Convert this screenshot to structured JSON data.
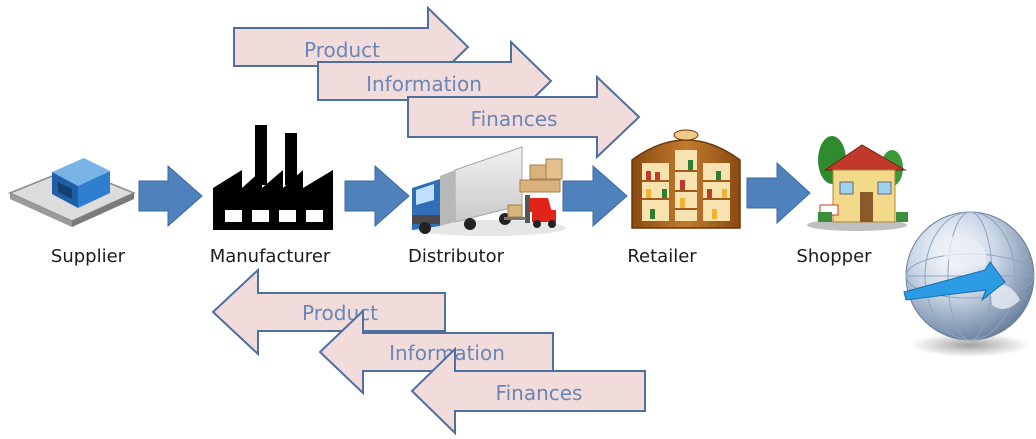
{
  "colors": {
    "flow_arrow_fill": "#f2dcdb",
    "flow_arrow_stroke": "#4f6f9f",
    "flow_text": "#6a86b6",
    "chain_arrow": "#4f81bd",
    "node_text": "#1b1b1b"
  },
  "forward_flows": [
    {
      "label": "Product",
      "direction": "right"
    },
    {
      "label": "Information",
      "direction": "right"
    },
    {
      "label": "Finances",
      "direction": "right"
    }
  ],
  "nodes": [
    {
      "label": "Supplier",
      "icon": "warehouse-icon"
    },
    {
      "label": "Manufacturer",
      "icon": "factory-icon"
    },
    {
      "label": "Distributor",
      "icon": "truck-forklift-icon"
    },
    {
      "label": "Retailer",
      "icon": "store-shelf-icon"
    },
    {
      "label": "Shopper",
      "icon": "house-icon"
    }
  ],
  "reverse_flows": [
    {
      "label": "Product",
      "direction": "left"
    },
    {
      "label": "Information",
      "direction": "left"
    },
    {
      "label": "Finances",
      "direction": "left"
    }
  ],
  "globe_icon": "globe-icon"
}
